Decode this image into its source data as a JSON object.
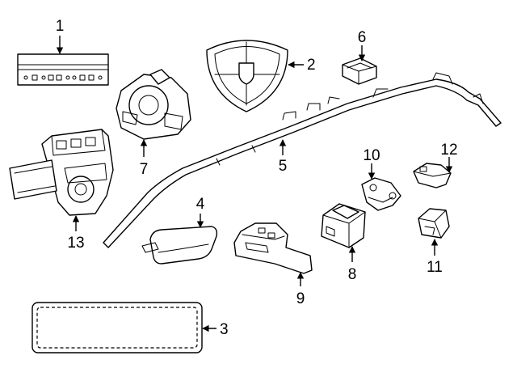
{
  "callouts": [
    {
      "id": "1",
      "text": "1"
    },
    {
      "id": "2",
      "text": "2"
    },
    {
      "id": "3",
      "text": "3"
    },
    {
      "id": "4",
      "text": "4"
    },
    {
      "id": "5",
      "text": "5"
    },
    {
      "id": "6",
      "text": "6"
    },
    {
      "id": "7",
      "text": "7"
    },
    {
      "id": "8",
      "text": "8"
    },
    {
      "id": "9",
      "text": "9"
    },
    {
      "id": "10",
      "text": "10"
    },
    {
      "id": "11",
      "text": "11"
    },
    {
      "id": "12",
      "text": "12"
    },
    {
      "id": "13",
      "text": "13"
    }
  ],
  "colors": {
    "line": "#000000",
    "fill": "#ffffff"
  }
}
